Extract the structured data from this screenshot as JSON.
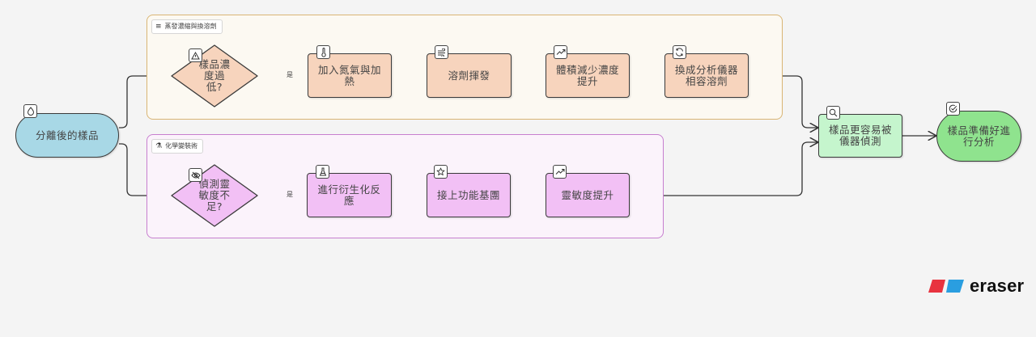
{
  "groups": [
    {
      "id": "evaporation",
      "label": "蒸發濃縮與換溶劑",
      "icon": "wind-icon",
      "border_color": "#d9b574"
    },
    {
      "id": "derivatization",
      "label": "化學變裝術",
      "icon": "flask-icon",
      "border_color": "#c77fcf"
    }
  ],
  "nodes": {
    "start": {
      "label": "分離後的樣品",
      "icon": "droplet-icon",
      "color": "#a8d8e6"
    },
    "decision_low_conc": {
      "label": "樣品濃度過低?",
      "icon": "warning-icon",
      "color": "#f7d4bd"
    },
    "add_nitrogen": {
      "label": "加入氮氣與加熱",
      "icon": "thermometer-icon",
      "color": "#f7d4bd"
    },
    "solvent_evap": {
      "label": "溶劑揮發",
      "icon": "wind-icon",
      "color": "#f7d4bd"
    },
    "volume_reduce": {
      "label": "體積減少濃度提升",
      "icon": "trending-up-icon",
      "color": "#f7d4bd"
    },
    "solvent_switch": {
      "label": "換成分析儀器相容溶劑",
      "icon": "refresh-icon",
      "color": "#f7d4bd"
    },
    "decision_low_sens": {
      "label": "偵測靈敏度不足?",
      "icon": "eye-off-icon",
      "color": "#f2c0f5"
    },
    "derivatize": {
      "label": "進行衍生化反應",
      "icon": "flask-icon",
      "color": "#f2c0f5"
    },
    "functional_group": {
      "label": "接上功能基團",
      "icon": "star-icon",
      "color": "#f2c0f5"
    },
    "sensitivity_up": {
      "label": "靈敏度提升",
      "icon": "trending-up-icon",
      "color": "#f2c0f5"
    },
    "easier_detect": {
      "label": "樣品更容易被儀器偵測",
      "icon": "search-icon",
      "color": "#c5f5cd"
    },
    "ready": {
      "label": "樣品準備好進行分析",
      "icon": "check-circle-icon",
      "color": "#8fe38e"
    }
  },
  "edge_labels": {
    "yes_top": "是",
    "yes_bottom": "是"
  },
  "logo": {
    "text": "eraser",
    "colors": [
      "#e8333f",
      "#2a9ee0"
    ]
  }
}
